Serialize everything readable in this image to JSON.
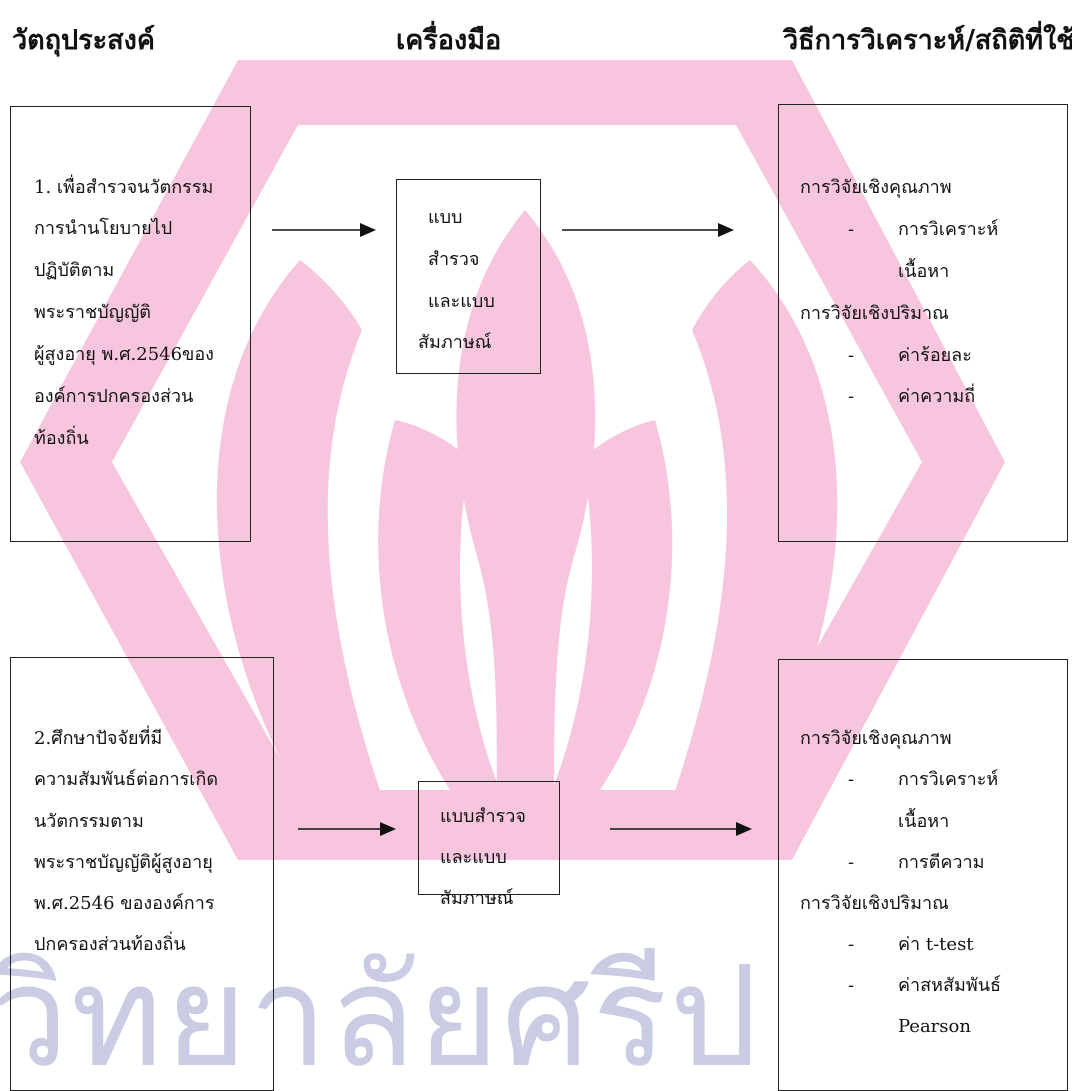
{
  "headers": {
    "objective": "วัตถุประสงค์",
    "tool": "เครื่องมือ",
    "method": "วิธีการวิเคราะห์/สถิติที่ใช้"
  },
  "row1": {
    "objective_lines": [
      "1. เพื่อสำรวจนวัตกรรม",
      "การนำนโยบายไป",
      "ปฏิบัติตาม",
      "พระราชบัญญัติ",
      "ผู้สูงอายุ พ.ศ.2546ของ",
      "องค์การปกครองส่วน",
      "ท้องถิ่น"
    ],
    "tool_lines": [
      "แบบ",
      "สำรวจ",
      "และแบบ",
      "สัมภาษณ์"
    ],
    "method": {
      "qual_heading": "การวิจัยเชิงคุณภาพ",
      "qual_item1_a": "การวิเคราะห์",
      "qual_item1_b": "เนื้อหา",
      "quant_heading": "การวิจัยเชิงปริมาณ",
      "quant_item1": "ค่าร้อยละ",
      "quant_item2": "ค่าความถี่",
      "dash": "-"
    }
  },
  "row2": {
    "objective_lines": [
      "2.ศึกษาปัจจัยที่มี",
      "ความสัมพันธ์ต่อการเกิด",
      "นวัตกรรมตาม",
      "พระราชบัญญัติผู้สูงอายุ",
      "พ.ศ.2546 ขององค์การ",
      "ปกครองส่วนท้องถิ่น"
    ],
    "tool_lines": [
      "แบบสำรวจ",
      "และแบบ",
      "สัมภาษณ์"
    ],
    "method": {
      "qual_heading": "การวิจัยเชิงคุณภาพ",
      "qual_item1_a": "การวิเคราะห์",
      "qual_item1_b": "เนื้อหา",
      "qual_item2": "การตีความ",
      "quant_heading": "การวิจัยเชิงปริมาณ",
      "quant_item1": "ค่า t-test",
      "quant_item2_a": "ค่าสหสัมพันธ์",
      "quant_item2_b": "Pearson",
      "dash": "-"
    }
  },
  "watermark": {
    "text": "วิทยาลัยศรีป",
    "logo_color": "#f7c6de",
    "text_color": "#c9cce2"
  }
}
